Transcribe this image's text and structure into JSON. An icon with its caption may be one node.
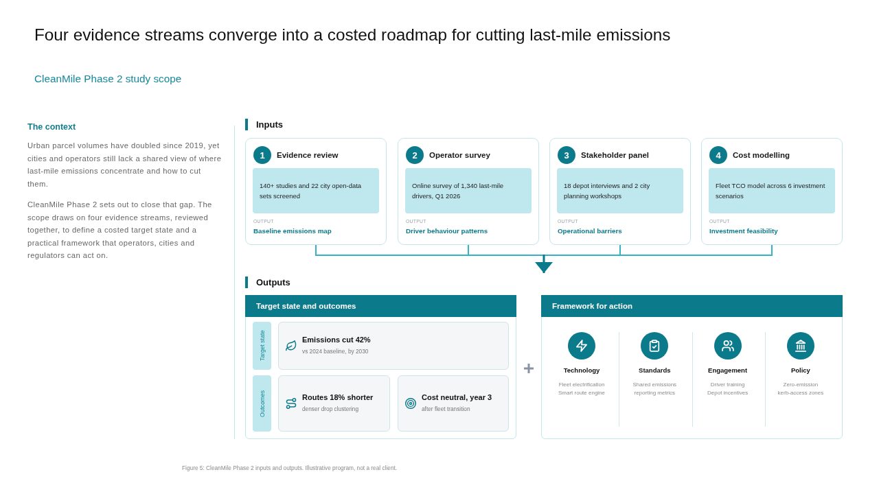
{
  "diagram": {
    "title": "Four evidence streams converge into a costed roadmap for cutting last-mile emissions",
    "caption": "Figure 5: CleanMile Phase 2 inputs and outputs. Illustrative program, not a real client.",
    "nodes": [
      {
        "text": [
          "Inputs"
        ]
      },
      {
        "text": [
          "Evidence review",
          "OUTPUT",
          "Baseline emissions map"
        ],
        "in": 0
      },
      {
        "text": [
          "1"
        ],
        "in": 1
      },
      {
        "text": [
          "140+ studies and 22 city open-data sets screened"
        ],
        "in": 1
      },
      {
        "text": [
          "Operator survey",
          "OUTPUT",
          "Driver behaviour patterns"
        ],
        "in": 0
      },
      {
        "text": [
          "2"
        ],
        "in": 4
      },
      {
        "text": [
          "Online survey of 1,340 last-mile drivers, Q1 2026"
        ],
        "in": 4
      },
      {
        "text": [
          "Stakeholder panel",
          "OUTPUT",
          "Operational barriers"
        ],
        "in": 0
      },
      {
        "text": [
          "3"
        ],
        "in": 7
      },
      {
        "text": [
          "18 depot interviews and 2 city planning workshops"
        ],
        "in": 7
      },
      {
        "text": [
          "Cost modelling",
          "OUTPUT",
          "Investment feasibility"
        ],
        "in": 0
      },
      {
        "text": [
          "4"
        ],
        "in": 10
      },
      {
        "text": [
          "Fleet TCO model across 6 investment scenarios"
        ],
        "in": 10
      },
      {
        "text": [
          "Outputs"
        ]
      },
      {
        "text": [
          "Target state and outcomes"
        ],
        "in": 13
      },
      {
        "text": [
          "Target state"
        ],
        "in": 14
      },
      {
        "text": [
          "Emissions cut 42%",
          "vs 2024 baseline, by 2030"
        ],
        "in": 14
      },
      {
        "text": [
          "Outcomes"
        ],
        "in": 14
      },
      {
        "text": [
          "Routes 18% shorter",
          "denser drop clustering"
        ],
        "in": 14
      },
      {
        "text": [
          "Cost neutral, year 3",
          "after fleet transition"
        ],
        "in": 14
      },
      {
        "text": [
          "Framework for action"
        ],
        "in": 13
      }
    ],
    "edges": [
      {
        "from": 1,
        "to": 13,
        "arrow": "to"
      },
      {
        "from": 4,
        "to": 13,
        "arrow": "to"
      },
      {
        "from": 7,
        "to": 13,
        "arrow": "to"
      },
      {
        "from": 10,
        "to": 13,
        "arrow": "to"
      }
    ],
    "labels": [
      "CleanMile Phase 2 study scope",
      "The context",
      "Urban parcel volumes have doubled since 2019, yet cities and operators still lack a shared view of where last-mile emissions concentrate and how to cut them.",
      "CleanMile Phase 2 sets out to close that gap. The scope draws on four evidence streams, reviewed together, to define a costed target state and a practical framework that operators, cities and regulators can act on.",
      "Technology",
      "Fleet electrification",
      "Smart route engine",
      "Standards",
      "Shared emissions reporting metrics",
      "Engagement",
      "Driver training",
      "Depot incentives",
      "Policy",
      "Zero-emission kerb-access zones"
    ]
  }
}
